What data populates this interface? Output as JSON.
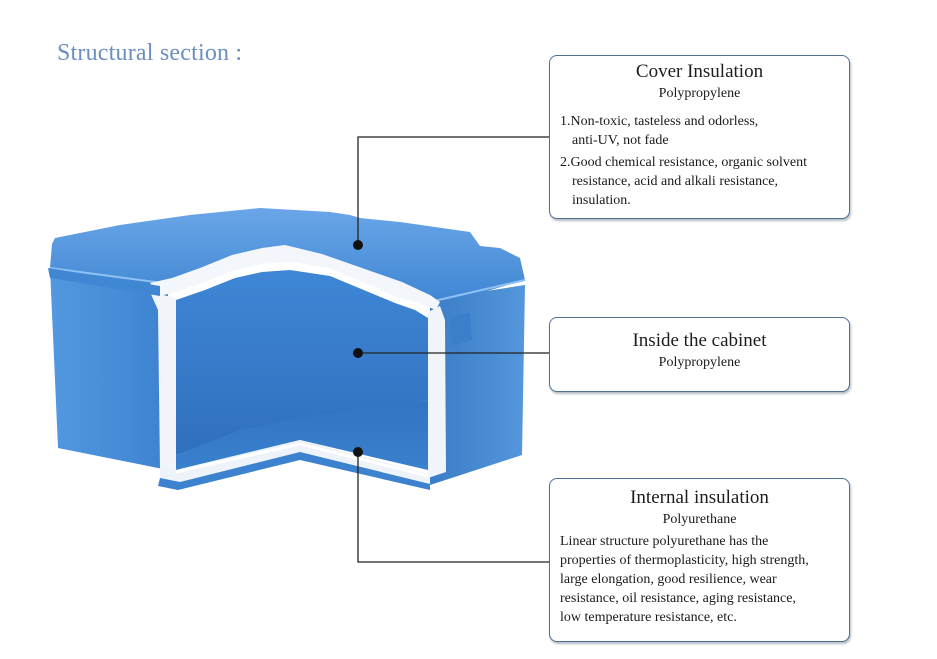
{
  "title": "Structural section :",
  "callouts": [
    {
      "title": "Cover Insulation",
      "material": "Polypropylene",
      "point1_line1": "1.Non-toxic, tasteless and odorless,",
      "point1_line2": "anti-UV, not fade",
      "point2_line1": "2.Good chemical resistance, organic solvent",
      "point2_line2": "resistance, acid and alkali resistance,",
      "point2_line3": "insulation."
    },
    {
      "title": "Inside the cabinet",
      "material": "Polypropylene"
    },
    {
      "title": "Internal insulation",
      "material": "Polyurethane",
      "lines": [
        "Linear structure polyurethane has the",
        "properties of thermoplasticity, high strength,",
        "large elongation, good resilience, wear",
        "resistance, oil resistance, aging resistance,",
        "low temperature resistance, etc."
      ]
    }
  ],
  "colors": {
    "accent_title": "#6b8fbf",
    "box_border": "#4f6f95",
    "plastic_blue": "#4a8fd8",
    "insulation_white": "#f3f6fa"
  }
}
